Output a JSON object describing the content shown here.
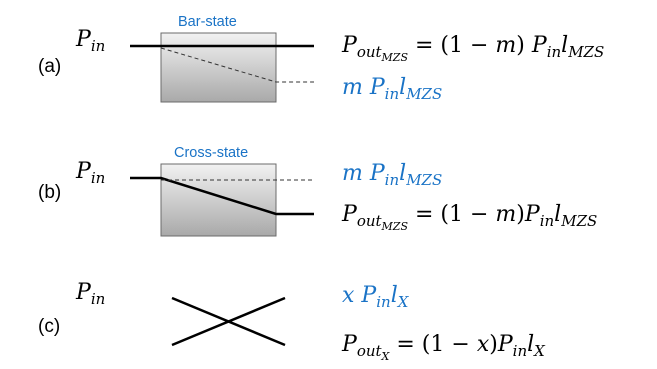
{
  "panels": [
    {
      "tag": "(a)",
      "state_label": "Bar-state",
      "input": {
        "P": "P",
        "sub": "in"
      },
      "out_main": {
        "P": "P",
        "sub": "out",
        "subsub": "MZS",
        "eq": " = (1 − ",
        "coef": "m",
        "close": ") ",
        "P2": "P",
        "sub2": "in",
        "l": "l",
        "lsub": "MZS"
      },
      "out_leak": {
        "coef": "m ",
        "P": "P",
        "sub": "in",
        "l": "l",
        "lsub": "MZS"
      }
    },
    {
      "tag": "(b)",
      "state_label": "Cross-state",
      "input": {
        "P": "P",
        "sub": "in"
      },
      "out_leak": {
        "coef": "m ",
        "P": "P",
        "sub": "in",
        "l": "l",
        "lsub": "MZS"
      },
      "out_main": {
        "P": "P",
        "sub": "out",
        "subsub": "MZS",
        "eq": " = (1 − ",
        "coef": "m",
        "close": ")",
        "P2": "P",
        "sub2": "in",
        "l": "l",
        "lsub": "MZS"
      }
    },
    {
      "tag": "(c)",
      "input": {
        "P": "P",
        "sub": "in"
      },
      "out_leak": {
        "coef": "x ",
        "P": "P",
        "sub": "in",
        "l": "l",
        "lsub": "X"
      },
      "out_main": {
        "P": "P",
        "sub": "out",
        "subsub": "X",
        "eq": " = (1 − ",
        "coef": "x",
        "close": ")",
        "P2": "P",
        "sub2": "in",
        "l": "l",
        "lsub": "X"
      }
    }
  ],
  "colors": {
    "accent": "#1a73c6",
    "box_fill_top": "#f2f2f2",
    "box_fill_bottom": "#a9a9a9",
    "line": "#000000"
  }
}
